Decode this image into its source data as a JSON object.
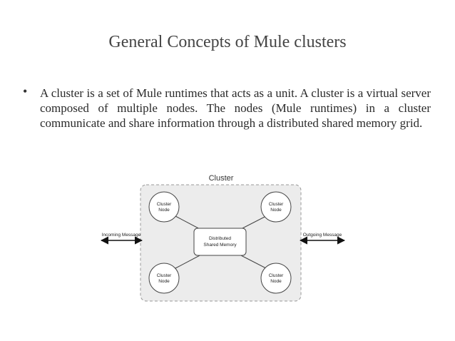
{
  "slide": {
    "title": "General Concepts of Mule clusters",
    "bullet": "A cluster is a set of Mule runtimes that acts as a unit. A cluster is a virtual server composed of multiple nodes. The nodes (Mule runtimes) in a cluster communicate and share information through a distributed shared memory grid."
  },
  "diagram": {
    "cluster_label": "Cluster",
    "nodes": [
      {
        "line1": "Cluster",
        "line2": "Node"
      },
      {
        "line1": "Cluster",
        "line2": "Node"
      },
      {
        "line1": "Cluster",
        "line2": "Node"
      },
      {
        "line1": "Cluster",
        "line2": "Node"
      }
    ],
    "memory": {
      "line1": "Distributed",
      "line2": "Shared Memory"
    },
    "incoming_label": "Incoming Message",
    "outgoing_label": "Outgoing Message",
    "colors": {
      "cluster_fill": "#ececec",
      "cluster_border": "#999999",
      "node_fill": "#ffffff",
      "line": "#444444"
    }
  }
}
